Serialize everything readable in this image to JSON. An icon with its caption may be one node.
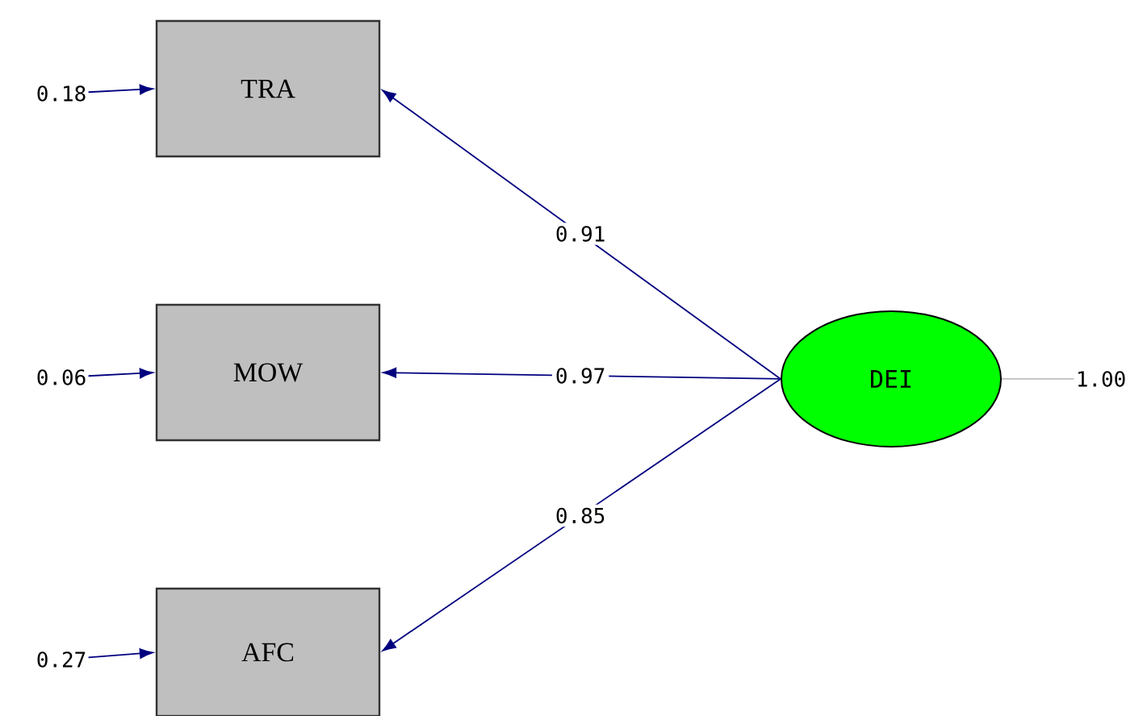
{
  "diagram": {
    "nodes": [
      {
        "text": [
          "TRA"
        ]
      },
      {
        "text": [
          "MOW"
        ]
      },
      {
        "text": [
          "AFC"
        ]
      },
      {
        "text": [
          "DEI"
        ]
      },
      {
        "text": [
          "0.18"
        ]
      },
      {
        "text": [
          "0.06"
        ]
      },
      {
        "text": [
          "0.27"
        ]
      },
      {
        "text": [
          "1.00"
        ]
      }
    ],
    "edges": [
      {
        "from": 3,
        "to": 0,
        "arrow": "to",
        "label": "0.91"
      },
      {
        "from": 3,
        "to": 1,
        "arrow": "to",
        "label": "0.97"
      },
      {
        "from": 3,
        "to": 2,
        "arrow": "to",
        "label": "0.85"
      },
      {
        "from": 4,
        "to": 0,
        "arrow": "to"
      },
      {
        "from": 5,
        "to": 1,
        "arrow": "to"
      },
      {
        "from": 6,
        "to": 2,
        "arrow": "to"
      },
      {
        "from": 7,
        "to": 3,
        "arrow": "none",
        "color": "#c0c0c0"
      }
    ]
  }
}
